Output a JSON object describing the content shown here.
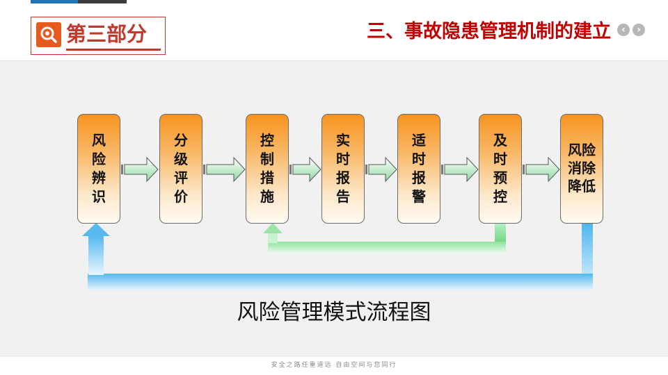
{
  "header": {
    "section_title": "第三部分",
    "slide_title": "三、事故隐患管理机制的建立",
    "nav_prev": "‹",
    "nav_next": "›",
    "icon": "magnifier-icon"
  },
  "diagram": {
    "steps": [
      {
        "label": "风险辨识"
      },
      {
        "label": "分级评价"
      },
      {
        "label": "控制措施"
      },
      {
        "label": "实时报告"
      },
      {
        "label": "适时报警"
      },
      {
        "label": "及时预控"
      },
      {
        "label": "风险消除降低"
      }
    ],
    "caption": "风险管理模式流程图",
    "colors": {
      "box_top": "#f7931e",
      "box_bottom": "#fffaf2",
      "forward_arrow": "#8ed9a0",
      "feedback_green": "#7fdb8f",
      "feedback_blue": "#5bbbef"
    }
  },
  "footer": {
    "text": "安全之路任重道远 自由空间与您同行"
  }
}
